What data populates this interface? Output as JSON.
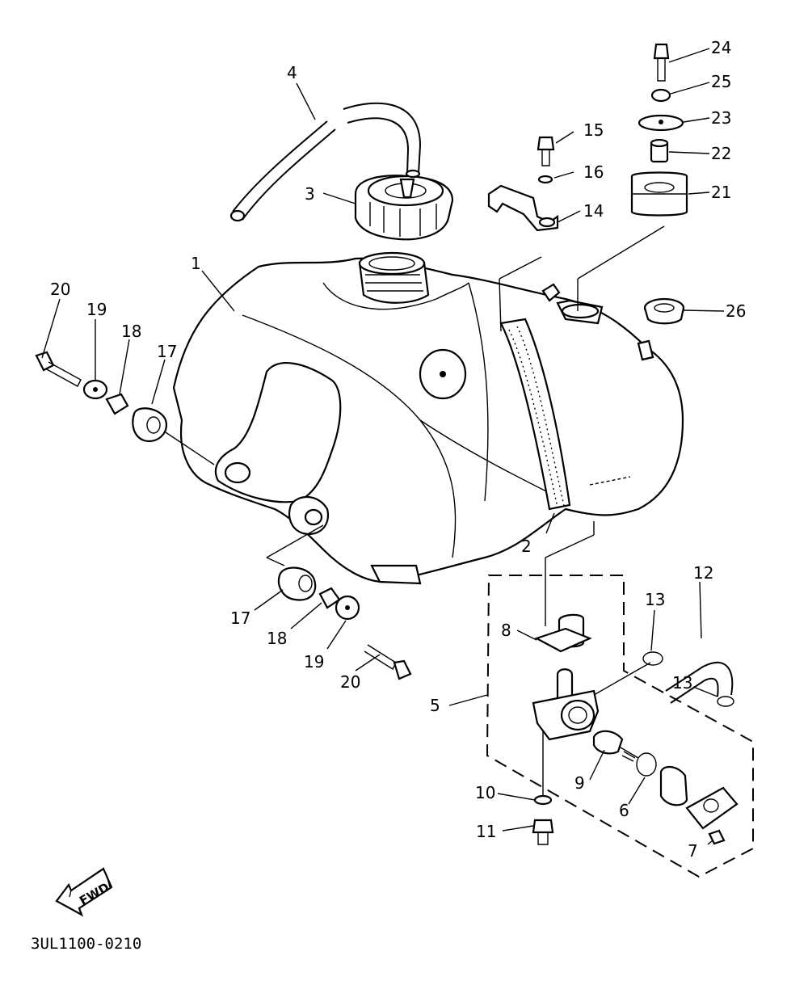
{
  "parts": [
    {
      "id": "p1",
      "label": "1"
    },
    {
      "id": "p2",
      "label": "2"
    },
    {
      "id": "p3",
      "label": "3"
    },
    {
      "id": "p4",
      "label": "4"
    },
    {
      "id": "p5",
      "label": "5"
    },
    {
      "id": "p6",
      "label": "6"
    },
    {
      "id": "p7",
      "label": "7"
    },
    {
      "id": "p8",
      "label": "8"
    },
    {
      "id": "p9",
      "label": "9"
    },
    {
      "id": "p10",
      "label": "10"
    },
    {
      "id": "p11",
      "label": "11"
    },
    {
      "id": "p12",
      "label": "12"
    },
    {
      "id": "p13a",
      "label": "13"
    },
    {
      "id": "p13b",
      "label": "13"
    },
    {
      "id": "p14",
      "label": "14"
    },
    {
      "id": "p15",
      "label": "15"
    },
    {
      "id": "p16",
      "label": "16"
    },
    {
      "id": "p17a",
      "label": "17"
    },
    {
      "id": "p17b",
      "label": "17"
    },
    {
      "id": "p18a",
      "label": "18"
    },
    {
      "id": "p18b",
      "label": "18"
    },
    {
      "id": "p19a",
      "label": "19"
    },
    {
      "id": "p19b",
      "label": "19"
    },
    {
      "id": "p20a",
      "label": "20"
    },
    {
      "id": "p20b",
      "label": "20"
    },
    {
      "id": "p21",
      "label": "21"
    },
    {
      "id": "p22",
      "label": "22"
    },
    {
      "id": "p23",
      "label": "23"
    },
    {
      "id": "p24",
      "label": "24"
    },
    {
      "id": "p25",
      "label": "25"
    },
    {
      "id": "p26",
      "label": "26"
    }
  ],
  "direction_label": "FWD",
  "diagram_code": "3UL1100-0210"
}
